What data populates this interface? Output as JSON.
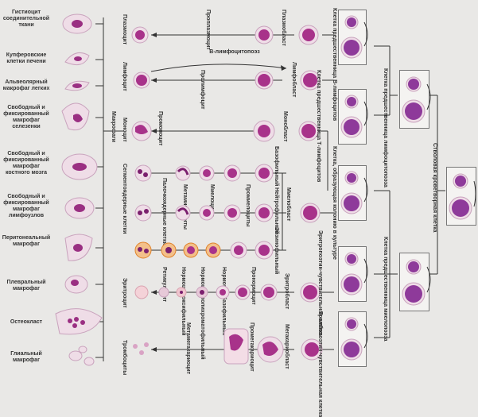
{
  "colors": {
    "background": "#e9e8e6",
    "cytoplasm": "#f0dde6",
    "nucleus_purple": "#a8328a",
    "nucleus_dark": "#7b1f6e",
    "eosin": "#e0822a",
    "line": "#333333"
  },
  "left_column": [
    "Гистиоцит соединительной ткани",
    "Купферовские клетки печени",
    "Альвеолярный макрофаг легких",
    "Свободный и фиксированный макрофаг селезенки",
    "Свободный и фиксированный макрофаг костного мозга",
    "Свободный и фиксированный макрофаг лимфоузлов",
    "Перитонеальный макрофаг",
    "Плевральный макрофаг",
    "Остеокласт",
    "Глиальный макрофаг"
  ],
  "macrophages_label": "Макрофаги",
  "mature_cells": [
    "Плазмоцит",
    "Лимфоцит",
    "Моноцит",
    "Сегментоядерные клетки",
    "Эритроцит",
    "Тромбоциты"
  ],
  "intermediate": {
    "proplasmocyte": "Проплазмоцит",
    "prolymphocyte": "Пролимфоцит",
    "promonocyte": "Промоноцит",
    "band": "Палочкоядерные клетки",
    "metamyelocytes": "Метамиелоциты",
    "myelocytes": "Миелоциты",
    "promyelocytes": "Промиелоциты",
    "reticulocyte": "Ретикулоцит",
    "normo_oxy": "Нормоцит оксифильный",
    "normo_poly": "Нормоцит полихроматофильный",
    "normo_baso": "Нормоцит базофильный",
    "pronormocyte": "Пронормоцит",
    "metamegakaryocyte": "Метамегакариоцит",
    "promegakaryocyte": "Промегакариоцит",
    "b_lymphopoiesis": "В-лимфоцитопоэз"
  },
  "blasts": {
    "plasmoblast": "Плазмобласт",
    "lymphoblast": "Лимфобласт",
    "monoblast": "Монобласт",
    "basophil": "Базофильный",
    "neutrophil": "Нейтрофильный",
    "eosinophil": "Эозинофильный",
    "myeloblast": "Миелобласт",
    "erythroblast": "Эритробласт",
    "megakaryoblast": "Мегакариобласт"
  },
  "progenitors": {
    "b_precursor": "Клетка предшественница В-лимфоцитов",
    "t_precursor": "Клетка предшественница Т-лимфоцитов",
    "cfu_culture": "Клетка, образующая колонию в культуре",
    "erythropoietin": "Эритропоэтин-чувствительная клетка",
    "thrombopoietin": "Тромбопоэтин-чувствительная клетка",
    "lympho_precursor": "Клетка предшественница лимфоцитопоэза",
    "myelo_precursor": "Клетка предшественница миелопоэза",
    "stem": "Стволовая кроветворная клетка"
  }
}
